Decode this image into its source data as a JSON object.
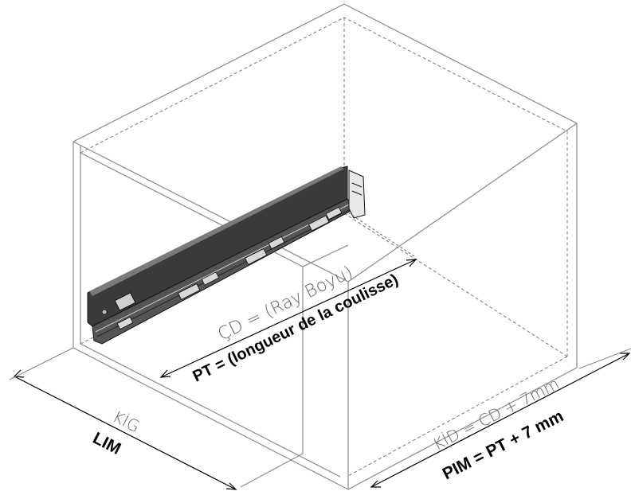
{
  "labels": {
    "rail_tr": "ÇD = (Ray Boyu)",
    "rail_fr": "PT = (longueur de la coulisse)",
    "width_tr": "KİG",
    "width_fr": "LIM",
    "depth_tr": "KİD = ÇD + 7mm",
    "depth_fr": "PIM = PT + 7 mm"
  }
}
